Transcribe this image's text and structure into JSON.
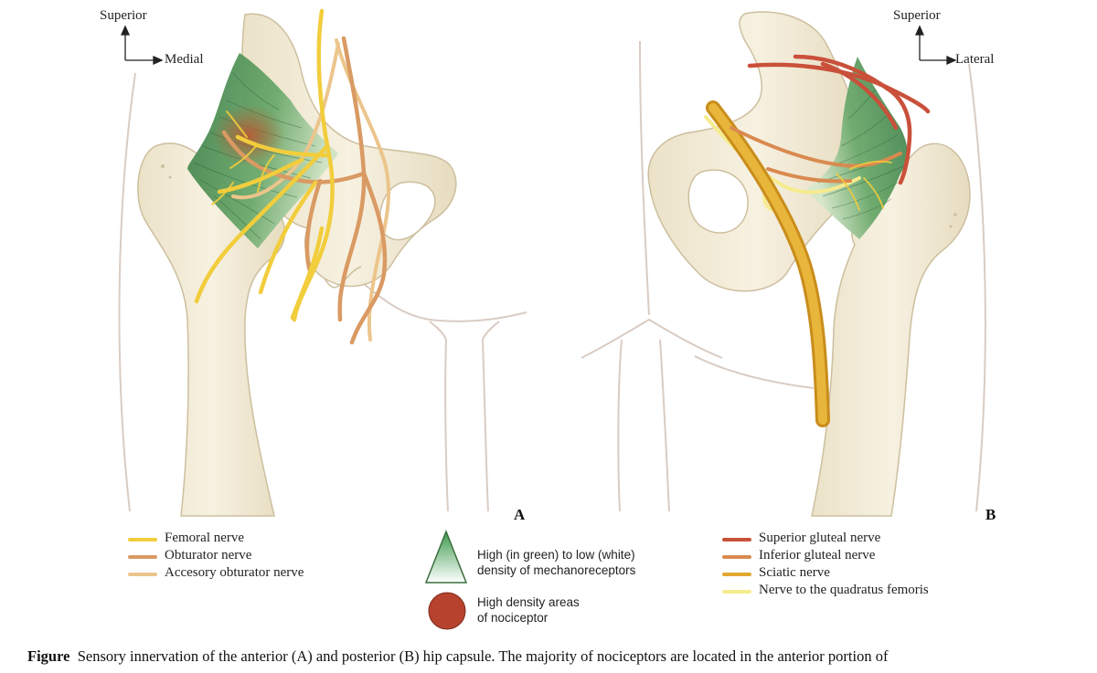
{
  "panel_a": {
    "orientation": {
      "up": "Superior",
      "side": "Medial"
    },
    "letter": "A",
    "legend": [
      {
        "label": "Femoral nerve",
        "color": "#f2cd3c"
      },
      {
        "label": "Obturator nerve",
        "color": "#d99a63"
      },
      {
        "label": "Accesory obturator nerve",
        "color": "#ecc58c"
      }
    ]
  },
  "panel_b": {
    "orientation": {
      "up": "Superior",
      "side": "Lateral"
    },
    "letter": "B",
    "legend": [
      {
        "label": "Superior gluteal nerve",
        "color": "#c9503a"
      },
      {
        "label": "Inferior gluteal nerve",
        "color": "#d98a4f"
      },
      {
        "label": "Sciatic nerve",
        "color": "#e2a830"
      },
      {
        "label": "Nerve to the quadratus femoris",
        "color": "#f6eb8e"
      }
    ]
  },
  "center_legend": {
    "density_label": "High (in green) to low (white) density of mechanoreceptors",
    "density_line1": "High (in green) to low (white)",
    "density_line2": "density of mechanoreceptors",
    "nociceptor_line1": "High density areas",
    "nociceptor_line2": "of nociceptor",
    "density_color": "#3e9a4e",
    "nociceptor_color": "#b7432e"
  },
  "caption": {
    "label": "Figure",
    "text": "Sensory innervation of the anterior (A) and posterior (B) hip capsule. The majority of nociceptors are located in the anterior portion of"
  },
  "colors": {
    "bone": "#f3ecd9",
    "bone_outline": "#c9b99a",
    "outline": "#d6c7bd",
    "capsule": "#5e9a5c"
  }
}
